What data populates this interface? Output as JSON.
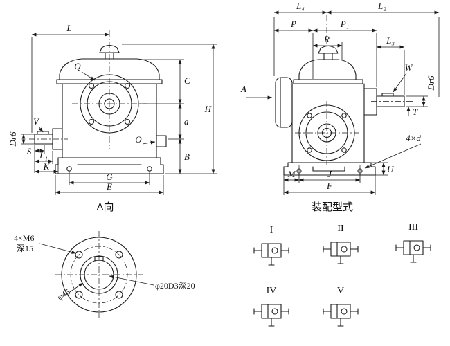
{
  "drawing": {
    "background": "#ffffff",
    "line_color": "#1a1a1a"
  },
  "front_view": {
    "caption": "A向",
    "dims": {
      "L": "L",
      "Q": "Q",
      "C": "C",
      "a": "a",
      "B": "B",
      "H": "H",
      "O": "O",
      "G": "G",
      "E": "E",
      "V": "V",
      "Dr6": "Dr6",
      "S": "S",
      "L1": "L₁",
      "K": "K"
    }
  },
  "side_view": {
    "caption": "装配型式",
    "dims": {
      "L4": "L₄",
      "L2": "L₂",
      "P": "P",
      "P1": "P₁",
      "R": "R",
      "L3": "L₃",
      "W": "W",
      "Dr6": "Dr6",
      "A": "A",
      "T": "T",
      "d4": "4×d",
      "M": "M",
      "J": "J",
      "U": "U",
      "F": "F"
    }
  },
  "flange_view": {
    "tap_note": "4×M6",
    "tap_depth": "深15",
    "bolt_circle": "φ45",
    "bore_note": "φ20D3深20"
  },
  "assembly_types": {
    "labels": [
      "I",
      "II",
      "III",
      "IV",
      "V"
    ]
  }
}
